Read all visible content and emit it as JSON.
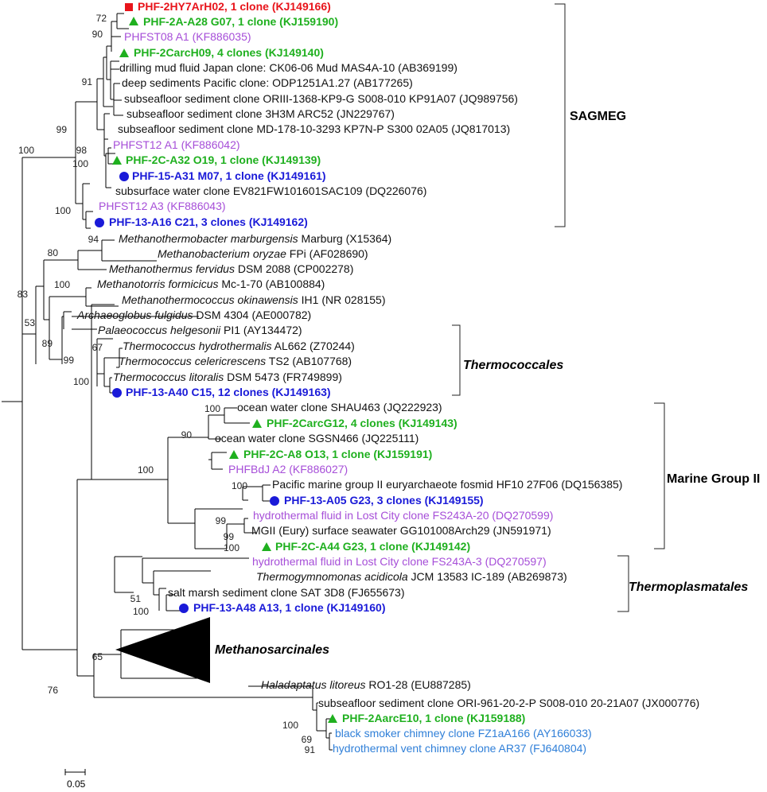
{
  "colors": {
    "red": "#e8141b",
    "green": "#1fb01f",
    "purple": "#a64ed8",
    "blue": "#1a1ad8",
    "lightblue": "#2f7fd8",
    "black": "#111111"
  },
  "leaves": [
    {
      "id": "l1",
      "marker": "square",
      "color": "red",
      "bold": true,
      "parts": [
        {
          "t": "PHF-2HY7ArH02,  1 clone (KJ149166)"
        }
      ]
    },
    {
      "id": "l2",
      "marker": "triangle",
      "color": "green",
      "bold": true,
      "parts": [
        {
          "t": "PHF-2A-A28 G07,  1 clone (KJ159190)"
        }
      ]
    },
    {
      "id": "l3",
      "marker": "",
      "color": "purple",
      "bold": false,
      "parts": [
        {
          "t": "PHFST08 A1 (KF886035)"
        }
      ]
    },
    {
      "id": "l4",
      "marker": "triangle",
      "color": "green",
      "bold": true,
      "parts": [
        {
          "t": "PHF-2CarcH09,  4 clones (KJ149140)"
        }
      ]
    },
    {
      "id": "l5",
      "marker": "",
      "color": "black",
      "bold": false,
      "parts": [
        {
          "t": "drilling mud fluid Japan clone: CK06-06 Mud MAS4A-10 (AB369199)"
        }
      ]
    },
    {
      "id": "l6",
      "marker": "",
      "color": "black",
      "bold": false,
      "parts": [
        {
          "t": "deep sediments Pacific clone: ODP1251A1.27 (AB177265)"
        }
      ]
    },
    {
      "id": "l7",
      "marker": "",
      "color": "black",
      "bold": false,
      "parts": [
        {
          "t": "subseafloor sediment clone ORIII-1368-KP9-G S008-010 KP91A07 (JQ989756)"
        }
      ]
    },
    {
      "id": "l8",
      "marker": "",
      "color": "black",
      "bold": false,
      "parts": [
        {
          "t": "subseafloor sediment clone 3H3M ARC52 (JN229767)"
        }
      ]
    },
    {
      "id": "l9",
      "marker": "",
      "color": "black",
      "bold": false,
      "parts": [
        {
          "t": "subseafloor sediment clone MD-178-10-3293 KP7N-P S300 02A05 (JQ817013)"
        }
      ]
    },
    {
      "id": "l10",
      "marker": "",
      "color": "purple",
      "bold": false,
      "parts": [
        {
          "t": "PHFST12 A1 (KF886042)"
        }
      ]
    },
    {
      "id": "l11",
      "marker": "triangle",
      "color": "green",
      "bold": true,
      "parts": [
        {
          "t": "PHF-2C-A32 O19,  1 clone (KJ149139)"
        }
      ]
    },
    {
      "id": "l12",
      "marker": "circle",
      "color": "blue",
      "bold": true,
      "parts": [
        {
          "t": "PHF-15-A31 M07,  1 clone (KJ149161)"
        }
      ]
    },
    {
      "id": "l13",
      "marker": "",
      "color": "black",
      "bold": false,
      "parts": [
        {
          "t": "subsurface water clone EV821FW101601SAC109 (DQ226076)"
        }
      ]
    },
    {
      "id": "l14",
      "marker": "",
      "color": "purple",
      "bold": false,
      "parts": [
        {
          "t": "PHFST12 A3 (KF886043)"
        }
      ]
    },
    {
      "id": "l15",
      "marker": "circle",
      "color": "blue",
      "bold": true,
      "parts": [
        {
          "t": "PHF-13-A16 C21,  3 clones (KJ149162)"
        }
      ]
    },
    {
      "id": "l16",
      "marker": "",
      "color": "black",
      "bold": false,
      "parts": [
        {
          "t": "Methanothermobacter marburgensis",
          "i": true
        },
        {
          "t": " Marburg (X15364)"
        }
      ]
    },
    {
      "id": "l17",
      "marker": "",
      "color": "black",
      "bold": false,
      "parts": [
        {
          "t": "Methanobacterium oryzae",
          "i": true
        },
        {
          "t": " FPi (AF028690)"
        }
      ]
    },
    {
      "id": "l18",
      "marker": "",
      "color": "black",
      "bold": false,
      "parts": [
        {
          "t": "Methanothermus fervidus",
          "i": true
        },
        {
          "t": " DSM 2088 (CP002278)"
        }
      ]
    },
    {
      "id": "l19",
      "marker": "",
      "color": "black",
      "bold": false,
      "parts": [
        {
          "t": "Methanotorris formicicus",
          "i": true
        },
        {
          "t": " Mc-1-70 (AB100884)"
        }
      ]
    },
    {
      "id": "l20",
      "marker": "",
      "color": "black",
      "bold": false,
      "parts": [
        {
          "t": "Methanothermococcus okinawensis",
          "i": true
        },
        {
          "t": " IH1 (NR 028155)"
        }
      ]
    },
    {
      "id": "l21",
      "marker": "",
      "color": "black",
      "bold": false,
      "parts": [
        {
          "t": "Archaeoglobus fulgidus",
          "i": true
        },
        {
          "t": " DSM 4304 (AE000782)"
        }
      ]
    },
    {
      "id": "l22",
      "marker": "",
      "color": "black",
      "bold": false,
      "parts": [
        {
          "t": "Palaeococcus helgesonii",
          "i": true
        },
        {
          "t": " PI1 (AY134472)"
        }
      ]
    },
    {
      "id": "l23",
      "marker": "",
      "color": "black",
      "bold": false,
      "parts": [
        {
          "t": "Thermococcus hydrothermalis",
          "i": true
        },
        {
          "t": " AL662 (Z70244)"
        }
      ]
    },
    {
      "id": "l24",
      "marker": "",
      "color": "black",
      "bold": false,
      "parts": [
        {
          "t": "Thermococcus celericrescens",
          "i": true
        },
        {
          "t": " TS2 (AB107768)"
        }
      ]
    },
    {
      "id": "l25",
      "marker": "",
      "color": "black",
      "bold": false,
      "parts": [
        {
          "t": "Thermococcus litoralis",
          "i": true
        },
        {
          "t": " DSM 5473 (FR749899)"
        }
      ]
    },
    {
      "id": "l26",
      "marker": "circle",
      "color": "blue",
      "bold": true,
      "parts": [
        {
          "t": "PHF-13-A40 C15,  12 clones (KJ149163)"
        }
      ]
    },
    {
      "id": "l27",
      "marker": "",
      "color": "black",
      "bold": false,
      "parts": [
        {
          "t": "ocean water clone SHAU463 (JQ222923)"
        }
      ]
    },
    {
      "id": "l28",
      "marker": "triangle",
      "color": "green",
      "bold": true,
      "parts": [
        {
          "t": "PHF-2CarcG12,  4 clones (KJ149143)"
        }
      ]
    },
    {
      "id": "l29",
      "marker": "",
      "color": "black",
      "bold": false,
      "parts": [
        {
          "t": "ocean water clone SGSN466 (JQ225111)"
        }
      ]
    },
    {
      "id": "l30",
      "marker": "triangle",
      "color": "green",
      "bold": true,
      "parts": [
        {
          "t": "PHF-2C-A8 O13,  1 clone (KJ159191)"
        }
      ]
    },
    {
      "id": "l31",
      "marker": "",
      "color": "purple",
      "bold": false,
      "parts": [
        {
          "t": "PHFBdJ A2 (KF886027)"
        }
      ]
    },
    {
      "id": "l32",
      "marker": "",
      "color": "black",
      "bold": false,
      "parts": [
        {
          "t": "Pacific marine group II euryarchaeote fosmid HF10 27F06 (DQ156385)"
        }
      ]
    },
    {
      "id": "l33",
      "marker": "circle",
      "color": "blue",
      "bold": true,
      "parts": [
        {
          "t": "PHF-13-A05 G23,  3 clones (KJ149155)"
        }
      ]
    },
    {
      "id": "l34",
      "marker": "",
      "color": "purple",
      "bold": false,
      "parts": [
        {
          "t": "hydrothermal fluid in Lost City clone FS243A-20 (DQ270599)"
        }
      ]
    },
    {
      "id": "l35",
      "marker": "",
      "color": "black",
      "bold": false,
      "parts": [
        {
          "t": "MGII (Eury) surface seawater GG101008Arch29 (JN591971)"
        }
      ]
    },
    {
      "id": "l36",
      "marker": "triangle",
      "color": "green",
      "bold": true,
      "parts": [
        {
          "t": "PHF-2C-A44 G23,  1 clone (KJ149142)"
        }
      ]
    },
    {
      "id": "l37",
      "marker": "",
      "color": "purple",
      "bold": false,
      "parts": [
        {
          "t": "hydrothermal fluid in Lost City clone FS243A-3 (DQ270597)"
        }
      ]
    },
    {
      "id": "l38",
      "marker": "",
      "color": "black",
      "bold": false,
      "parts": [
        {
          "t": "Thermogymnomonas acidicola",
          "i": true
        },
        {
          "t": " JCM 13583 IC-189 (AB269873)"
        }
      ]
    },
    {
      "id": "l39",
      "marker": "",
      "color": "black",
      "bold": false,
      "parts": [
        {
          "t": "salt marsh sediment clone SAT 3D8 (FJ655673)"
        }
      ]
    },
    {
      "id": "l40",
      "marker": "circle",
      "color": "blue",
      "bold": true,
      "parts": [
        {
          "t": "PHF-13-A48 A13,  1 clone (KJ149160)"
        }
      ]
    },
    {
      "id": "l41",
      "marker": "",
      "color": "black",
      "bold": false,
      "parts": [
        {
          "t": "Haladaptatus litoreus",
          "i": true
        },
        {
          "t": " RO1-28 (EU887285)"
        }
      ]
    },
    {
      "id": "l42",
      "marker": "",
      "color": "black",
      "bold": false,
      "parts": [
        {
          "t": "subseafloor sediment clone ORI-961-20-2-P S008-010 20-21A07 (JX000776)"
        }
      ]
    },
    {
      "id": "l43",
      "marker": "triangle",
      "color": "green",
      "bold": true,
      "parts": [
        {
          "t": "PHF-2AarcE10,  1 clone (KJ159188)"
        }
      ]
    },
    {
      "id": "l44",
      "marker": "",
      "color": "lightblue",
      "bold": false,
      "parts": [
        {
          "t": "black smoker chimney clone FZ1aA166 (AY166033)"
        }
      ]
    },
    {
      "id": "l45",
      "marker": "",
      "color": "lightblue",
      "bold": false,
      "parts": [
        {
          "t": "hydrothermal vent chimney clone AR37 (FJ640804)"
        }
      ]
    }
  ],
  "bootstrap": {
    "b1": "72",
    "b2": "90",
    "b3": "91",
    "b4": "99",
    "b5": "100",
    "b6": "98",
    "b7": "100",
    "b8": "100",
    "b9": "94",
    "b10": "80",
    "b11": "100",
    "b12": "83",
    "b13": "53",
    "b14": "89",
    "b15": "67",
    "b16": "99",
    "b17": "100",
    "b18": "100",
    "b19": "90",
    "b20": "100",
    "b21": "100",
    "b22": "99",
    "b23": "99",
    "b24": "100",
    "b25": "51",
    "b26": "100",
    "b27": "65",
    "b28": "76",
    "b29": "100",
    "b30": "69",
    "b31": "91"
  },
  "groups": {
    "sagmeg": "SAGMEG",
    "thermococcales": "Thermococcales",
    "marine_group_ii": "Marine Group II",
    "thermoplasmatales": "Thermoplasmatales",
    "methanosarcinales": "Methanosarcinales"
  },
  "scale": {
    "label": "0.05"
  }
}
